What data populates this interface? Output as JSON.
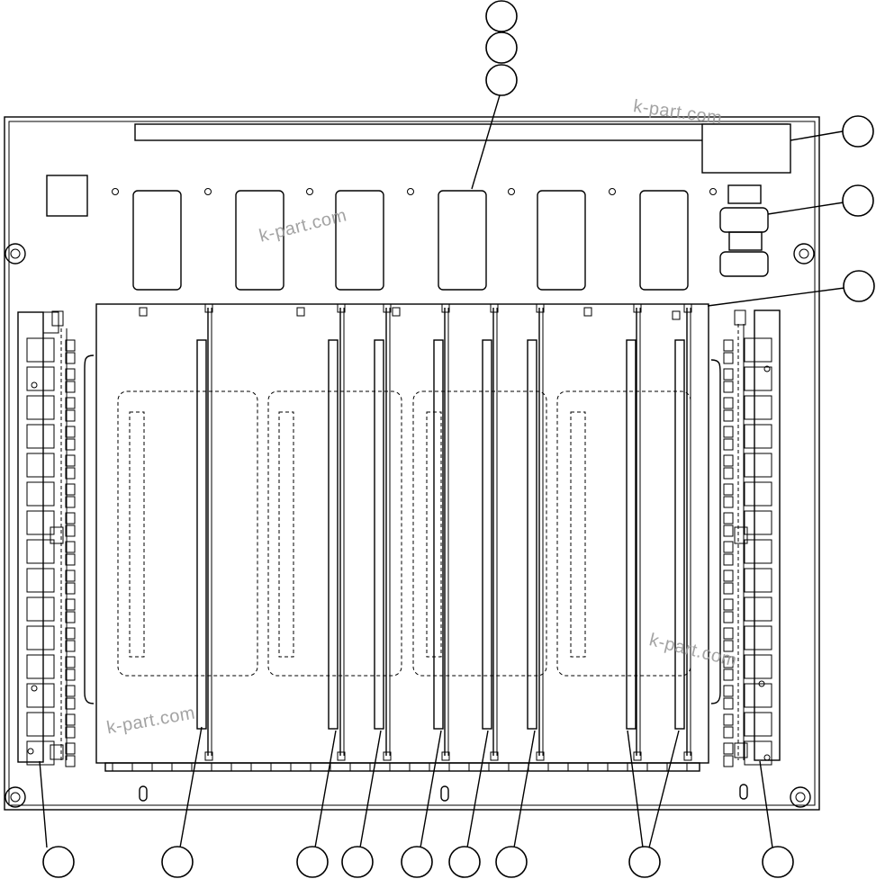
{
  "diagram": {
    "watermarks": [
      "k-part.com",
      "k-part.com",
      "k-part.com",
      "k-part.com"
    ],
    "callouts": {
      "top_stack": [
        "",
        "",
        ""
      ],
      "right": [
        "",
        "",
        ""
      ],
      "bottom": [
        "",
        "",
        "",
        "",
        "",
        "",
        "",
        "",
        "",
        ""
      ]
    }
  }
}
